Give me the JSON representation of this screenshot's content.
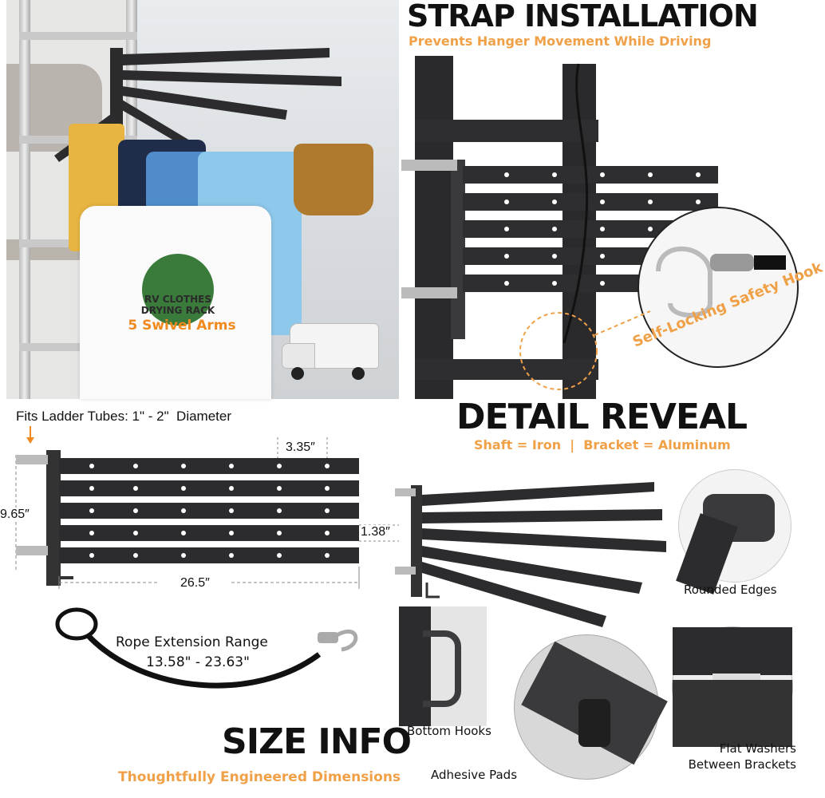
{
  "strap": {
    "title": "STRAP INSTALLATION",
    "subtitle": "Prevents Hanger Movement While Driving",
    "callout": "Self-Locking Safety Hook"
  },
  "hero": {
    "badge_line1": "RV CLOTHES",
    "badge_line2": "DRYING RACK",
    "badge_line3": "5 Swivel Arms"
  },
  "size": {
    "fits_label": "Fits Ladder Tubes: 1\" - 2\"  Diameter",
    "dim_top": "3.35″",
    "dim_height": "9.65″",
    "dim_arm": "1.38″",
    "dim_length": "26.5″",
    "rope_label": "Rope Extension Range",
    "rope_range": "13.58\" - 23.63\"",
    "title": "SIZE INFO",
    "subtitle": "Thoughtfully Engineered Dimensions"
  },
  "detail": {
    "title": "DETAIL REVEAL",
    "subtitle": "Shaft = Iron  |  Bracket = Aluminum",
    "features": [
      {
        "label": "Rounded Edges"
      },
      {
        "label": "Bottom Hooks"
      },
      {
        "label": "Adhesive Pads"
      },
      {
        "label": "Flat Washers\nBetween Brackets"
      }
    ]
  },
  "colors": {
    "accent": "#f0a047",
    "metal": "#2c2c2e",
    "badge_green": "#3a7a3a"
  }
}
